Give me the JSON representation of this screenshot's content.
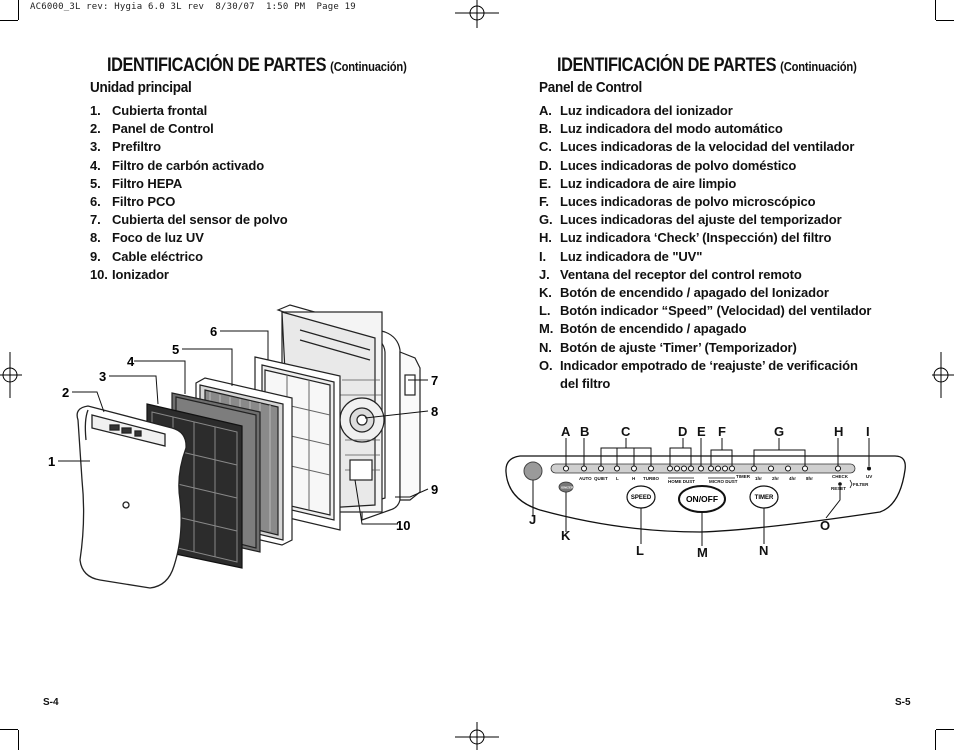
{
  "header": {
    "print_line": "AC6000_3L rev: Hygia 6.0 3L rev  8/30/07  1:50 PM  Page 19"
  },
  "left_page": {
    "title_main": "IDENTIFICACIÓN DE PARTES",
    "title_sub": "(Continuación)",
    "section_heading": "Unidad principal",
    "items": [
      {
        "num": "1.",
        "text": "Cubierta frontal"
      },
      {
        "num": "2.",
        "text": "Panel de Control"
      },
      {
        "num": "3.",
        "text": "Prefiltro"
      },
      {
        "num": "4.",
        "text": "Filtro de carbón activado"
      },
      {
        "num": "5.",
        "text": "Filtro HEPA"
      },
      {
        "num": "6.",
        "text": "Filtro PCO"
      },
      {
        "num": "7.",
        "text": "Cubierta del sensor de polvo"
      },
      {
        "num": "8.",
        "text": "Foco de luz UV"
      },
      {
        "num": "9.",
        "text": "Cable eléctrico"
      },
      {
        "num": "10.",
        "text": "Ionizador"
      }
    ],
    "diagram_callouts": [
      "1",
      "2",
      "3",
      "4",
      "5",
      "6",
      "7",
      "8",
      "9",
      "10"
    ],
    "page_number": "S-4"
  },
  "right_page": {
    "title_main": "IDENTIFICACIÓN DE PARTES",
    "title_sub": "(Continuación)",
    "section_heading": "Panel de Control",
    "items": [
      {
        "key": "A.",
        "text": "Luz indicadora del ionizador"
      },
      {
        "key": "B.",
        "text": "Luz indicadora del modo automático"
      },
      {
        "key": "C.",
        "text": "Luces indicadoras de la velocidad del ventilador"
      },
      {
        "key": "D.",
        "text": "Luces indicadoras de polvo doméstico"
      },
      {
        "key": "E.",
        "text": "Luz indicadora de aire limpio"
      },
      {
        "key": "F.",
        "text": "Luces indicadoras de polvo microscópico"
      },
      {
        "key": "G.",
        "text": "Luces indicadoras del ajuste del temporizador"
      },
      {
        "key": "H.",
        "text": "Luz indicadora ‘Check’ (Inspección) del filtro"
      },
      {
        "key": "I.",
        "text": "Luz indicadora de \"UV\""
      },
      {
        "key": "J.",
        "text": "Ventana del receptor del control remoto"
      },
      {
        "key": "K.",
        "text": "Botón de encendido / apagado del Ionizador"
      },
      {
        "key": "L.",
        "text": "Botón indicador “Speed” (Velocidad) del ventilador"
      },
      {
        "key": "M.",
        "text": "Botón de encendido / apagado"
      },
      {
        "key": "N.",
        "text": "Botón de ajuste ‘Timer’ (Temporizador)"
      },
      {
        "key": "O.",
        "text": "Indicador empotrado de ‘reajuste’ de verificación del filtro"
      }
    ],
    "panel_callouts": {
      "top": [
        "A",
        "B",
        "C",
        "D",
        "E",
        "F",
        "G",
        "H",
        "I"
      ],
      "bottom": [
        "J",
        "K",
        "L",
        "M",
        "N",
        "O"
      ]
    },
    "panel_labels": {
      "auto": "AUTO",
      "quiet": "QUIET",
      "low": "L",
      "high": "H",
      "turbo": "TURBO",
      "home_dust": "HOME DUST",
      "micro_dust": "MICRO DUST",
      "timer": "TIMER",
      "t1": "1hr",
      "t2": "2hr",
      "t4": "4hr",
      "t8": "8hr",
      "check": "CHECK",
      "uv": "UV",
      "reset": "RESET",
      "filter": "FILTER",
      "ionizer_button": "IONIZER",
      "speed_button": "SPEED",
      "onoff_button": "ON/OFF",
      "timer_button": "TIMER"
    },
    "page_number": "S-5"
  }
}
